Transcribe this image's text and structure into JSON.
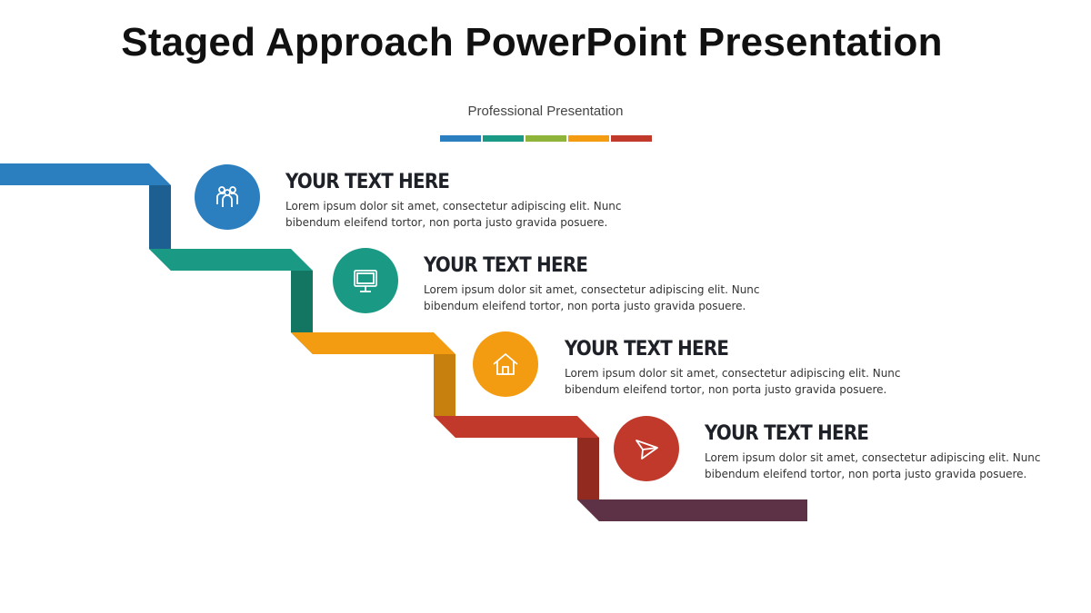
{
  "header": {
    "title": "Staged Approach PowerPoint Presentation",
    "subtitle": "Professional Presentation"
  },
  "color_bar": [
    "#2b7fbf",
    "#1a9a85",
    "#8fb43a",
    "#f39c12",
    "#c0392b"
  ],
  "steps": [
    {
      "heading": "YOUR TEXT HERE",
      "body_line1": "Lorem ipsum dolor sit amet, consectetur adipiscing elit. Nunc",
      "body_line2": "bibendum eleifend tortor, non porta justo gravida posuere.",
      "icon": "people-icon",
      "color": "#2b7fbf",
      "dark_color": "#1e5f91"
    },
    {
      "heading": "YOUR TEXT HERE",
      "body_line1": "Lorem ipsum dolor sit amet, consectetur adipiscing elit. Nunc",
      "body_line2": "bibendum eleifend tortor, non porta justo gravida posuere.",
      "icon": "monitor-icon",
      "color": "#1a9a85",
      "dark_color": "#137663"
    },
    {
      "heading": "YOUR TEXT HERE",
      "body_line1": "Lorem ipsum dolor sit amet, consectetur adipiscing elit. Nunc",
      "body_line2": "bibendum eleifend tortor, non porta justo gravida posuere.",
      "icon": "home-icon",
      "color": "#f39c12",
      "dark_color": "#c7800e"
    },
    {
      "heading": "YOUR TEXT HERE",
      "body_line1": "Lorem ipsum dolor sit amet, consectetur adipiscing elit. Nunc",
      "body_line2": "bibendum eleifend tortor, non porta justo gravida posuere.",
      "icon": "paper-plane-icon",
      "color": "#c0392b",
      "dark_color": "#922a1f"
    }
  ],
  "final_step_color": "#5d3146"
}
